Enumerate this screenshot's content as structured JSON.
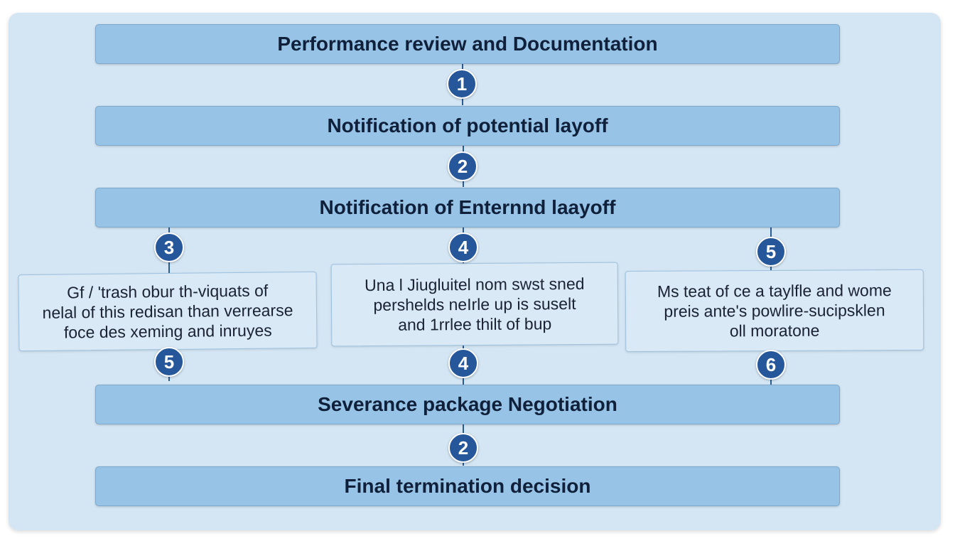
{
  "steps": {
    "step1": "Performance review and Documentation",
    "step2": "Notification of potential layoff",
    "step3": "Notification of Enternnd laayoff",
    "step4": "Severance package Negotiation",
    "step5": "Final termination decision"
  },
  "boxes": {
    "left": [
      "Gf / 'trash obur th-viquats of",
      "nelal of this redisan than verrearse",
      "foce des xeming and inruyes"
    ],
    "middle": [
      "Una l Jiugluitel nom swst sned",
      "pershelds neIrle up is suselt",
      "and 1rrlee thilt of bup"
    ],
    "right": [
      "Ms teat of ce a taylfle and wome",
      "preis ante's powlire-sucipsklen",
      "oll moratone"
    ]
  },
  "badges": {
    "b1": "1",
    "b2": "2",
    "left_top": "3",
    "mid_top": "4",
    "right_top": "5",
    "left_bottom": "5",
    "mid_bottom": "4",
    "right_bottom": "6",
    "b_final": "2"
  },
  "colors": {
    "panel": "#d4e6f4",
    "bar": "#96c3e6",
    "badge": "#25579a",
    "box": "#d9e9f6"
  }
}
